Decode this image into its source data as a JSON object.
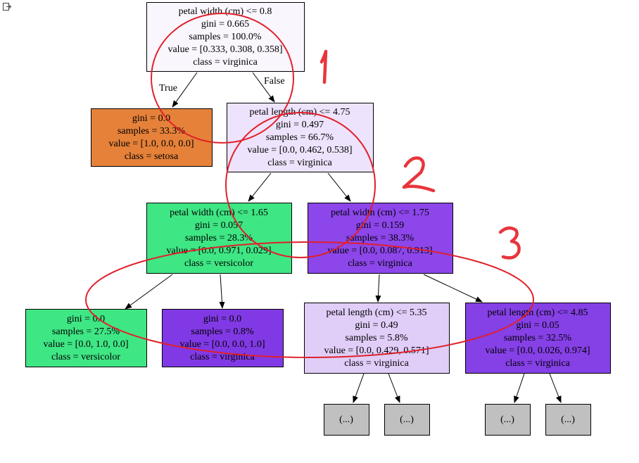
{
  "colors": {
    "root": "#f9f6fe",
    "setosa": "#e58139",
    "virginica_light": "#eee3fc",
    "versicolor": "#3fe684",
    "virginica_strong": "#8c46ea",
    "virginica_full": "#8139e5",
    "virginica_mid": "#e0cdf8",
    "virginica_deep": "#8540e6",
    "truncated": "#c0c0c0",
    "annotation": "#e0202a"
  },
  "edge_labels": {
    "true_label": "True",
    "false_label": "False"
  },
  "nodes": [
    {
      "id": "root",
      "fill": "root",
      "lines": [
        "petal width (cm) <= 0.8",
        "gini = 0.665",
        "samples = 100.0%",
        "value = [0.333, 0.308, 0.358]",
        "class = virginica"
      ]
    },
    {
      "id": "n1",
      "fill": "setosa",
      "lines": [
        "gini = 0.0",
        "samples = 33.3%",
        "value = [1.0, 0.0, 0.0]",
        "class = setosa"
      ]
    },
    {
      "id": "n2",
      "fill": "virginica_light",
      "lines": [
        "petal length (cm) <= 4.75",
        "gini = 0.497",
        "samples = 66.7%",
        "value = [0.0, 0.462, 0.538]",
        "class = virginica"
      ]
    },
    {
      "id": "n3",
      "fill": "versicolor",
      "lines": [
        "petal width (cm) <= 1.65",
        "gini = 0.057",
        "samples = 28.3%",
        "value = [0.0, 0.971, 0.029]",
        "class = versicolor"
      ]
    },
    {
      "id": "n4",
      "fill": "virginica_strong",
      "lines": [
        "petal width (cm) <= 1.75",
        "gini = 0.159",
        "samples = 38.3%",
        "value = [0.0, 0.087, 0.913]",
        "class = virginica"
      ]
    },
    {
      "id": "n5",
      "fill": "versicolor",
      "lines": [
        "gini = 0.0",
        "samples = 27.5%",
        "value = [0.0, 1.0, 0.0]",
        "class = versicolor"
      ]
    },
    {
      "id": "n6",
      "fill": "virginica_full",
      "lines": [
        "gini = 0.0",
        "samples = 0.8%",
        "value = [0.0, 0.0, 1.0]",
        "class = virginica"
      ]
    },
    {
      "id": "n7",
      "fill": "virginica_mid",
      "lines": [
        "petal length (cm) <= 5.35",
        "gini = 0.49",
        "samples = 5.8%",
        "value = [0.0, 0.429, 0.571]",
        "class = virginica"
      ]
    },
    {
      "id": "n8",
      "fill": "virginica_deep",
      "lines": [
        "petal length (cm) <= 4.85",
        "gini = 0.05",
        "samples = 32.5%",
        "value = [0.0, 0.026, 0.974]",
        "class = virginica"
      ]
    },
    {
      "id": "t1",
      "fill": "truncated",
      "lines": [
        "(...)"
      ]
    },
    {
      "id": "t2",
      "fill": "truncated",
      "lines": [
        "(...)"
      ]
    },
    {
      "id": "t3",
      "fill": "truncated",
      "lines": [
        "(...)"
      ]
    },
    {
      "id": "t4",
      "fill": "truncated",
      "lines": [
        "(...)"
      ]
    }
  ],
  "edges": [
    [
      "root",
      "n1"
    ],
    [
      "root",
      "n2"
    ],
    [
      "n2",
      "n3"
    ],
    [
      "n2",
      "n4"
    ],
    [
      "n3",
      "n5"
    ],
    [
      "n3",
      "n6"
    ],
    [
      "n4",
      "n7"
    ],
    [
      "n4",
      "n8"
    ],
    [
      "n7",
      "t1"
    ],
    [
      "n7",
      "t2"
    ],
    [
      "n8",
      "t3"
    ],
    [
      "n8",
      "t4"
    ]
  ],
  "annotations": {
    "labels": [
      "1",
      "2",
      "3"
    ]
  }
}
